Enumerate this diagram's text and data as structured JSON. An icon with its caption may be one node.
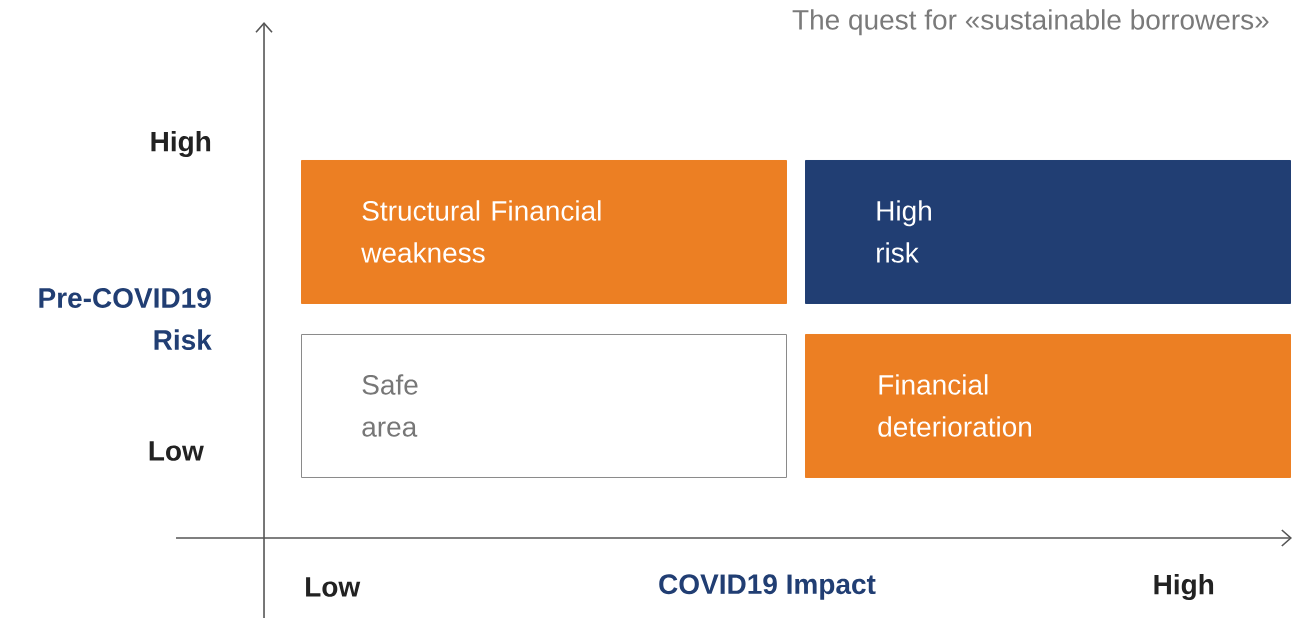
{
  "diagram": {
    "title": "The quest for «sustainable borrowers»",
    "nodes": [
      {
        "text": [
          "Structural Financial weakness"
        ]
      },
      {
        "text": [
          "High risk"
        ]
      },
      {
        "text": [
          "Safe area"
        ]
      },
      {
        "text": [
          "Financial deterioration"
        ]
      }
    ],
    "labels": [
      "High",
      "Pre-COVID19 Risk",
      "Low",
      "Low",
      "COVID19 Impact",
      "High"
    ]
  }
}
